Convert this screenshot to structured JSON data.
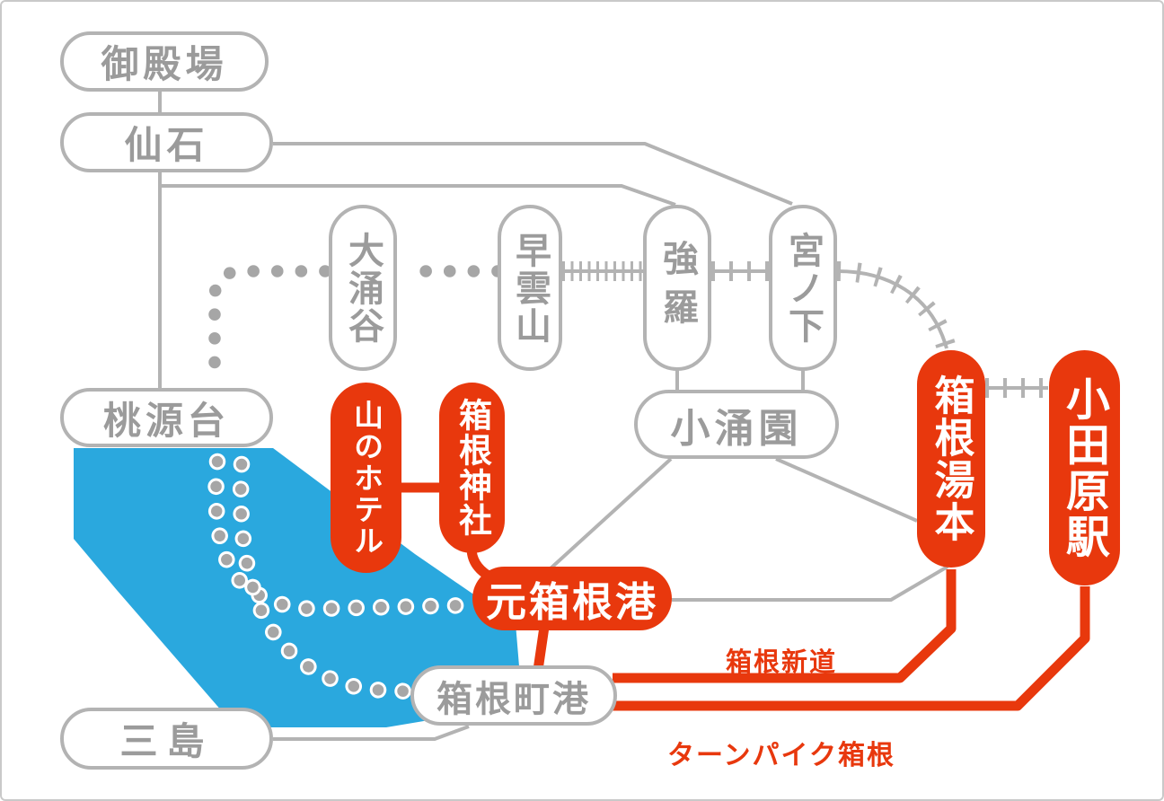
{
  "diagram": {
    "stations": {
      "gotemba": {
        "label": "御殿場"
      },
      "sengoku": {
        "label": "仙石"
      },
      "owakudani": {
        "label": "大涌谷"
      },
      "sounzan": {
        "label": "早雲山"
      },
      "gora": {
        "label": "強羅"
      },
      "miyanoshita": {
        "label": "宮ノ下"
      },
      "togendai": {
        "label": "桃源台"
      },
      "kowakien": {
        "label": "小涌園"
      },
      "yama_no_hotel": {
        "label": "山のホテル"
      },
      "hakone_jinja": {
        "label": "箱根神社"
      },
      "moto_hakone_ko": {
        "label": "元箱根港"
      },
      "hakone_machi_ko": {
        "label": "箱根町港"
      },
      "hakone_yumoto": {
        "label": "箱根湯本"
      },
      "odawara_eki": {
        "label": "小田原駅"
      },
      "mishima": {
        "label": "三島"
      }
    },
    "roads": {
      "hakone_shindo": {
        "label": "箱根新道"
      },
      "turnpike_hakone": {
        "label": "ターンパイク箱根"
      }
    },
    "colors": {
      "accent_red": "#e8380d",
      "line_gray": "#b3b3b3",
      "text_gray": "#9b9b9b",
      "lake_blue": "#2aa8de",
      "dot_gray": "#a6a6a6"
    }
  }
}
